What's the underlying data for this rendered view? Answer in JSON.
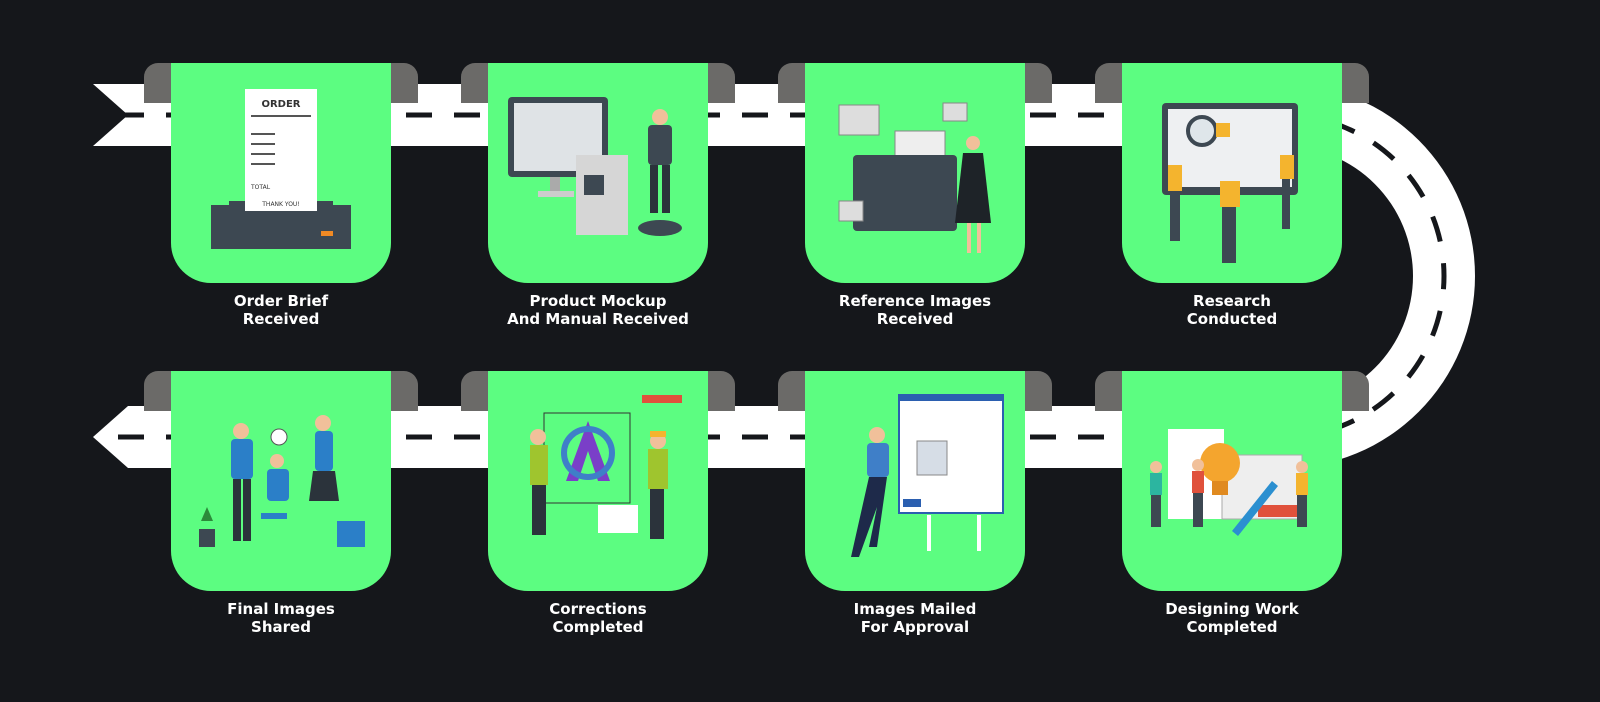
{
  "colors": {
    "background": "#15171b",
    "card": "#5cfd81",
    "tab": "#6b6a68",
    "road": "#ffffff",
    "road_dash": "#15171b"
  },
  "steps": [
    {
      "line1": "Order Brief",
      "line2": "Received",
      "icon": "order-receipt-icon",
      "receipt_title": "ORDER",
      "receipt_total": "TOTAL",
      "receipt_thanks": "THANK YOU!"
    },
    {
      "line1": "Product Mockup",
      "line2": "And Manual Received",
      "icon": "product-mockup-icon"
    },
    {
      "line1": "Reference Images",
      "line2": "Received",
      "icon": "image-folder-icon"
    },
    {
      "line1": "Research",
      "line2": "Conducted",
      "icon": "research-icon"
    },
    {
      "line1": "Designing Work",
      "line2": "Completed",
      "icon": "design-idea-icon"
    },
    {
      "line1": "Images Mailed",
      "line2": "For Approval",
      "icon": "email-icon"
    },
    {
      "line1": "Corrections",
      "line2": "Completed",
      "icon": "corrections-icon"
    },
    {
      "line1": "Final Images",
      "line2": "Shared",
      "icon": "team-sharing-icon"
    }
  ]
}
